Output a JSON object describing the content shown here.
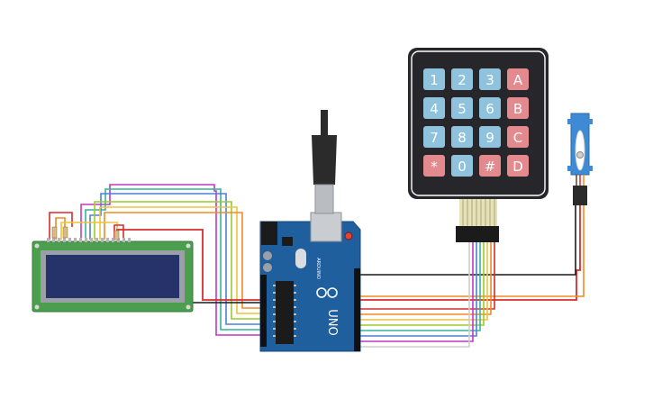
{
  "keypad": {
    "keys": [
      [
        "1",
        "2",
        "3",
        "A"
      ],
      [
        "4",
        "5",
        "6",
        "B"
      ],
      [
        "7",
        "8",
        "9",
        "C"
      ],
      [
        "*",
        "0",
        "#",
        "D"
      ]
    ]
  },
  "arduino": {
    "logo_text": "UNO",
    "brand_text": "ARDUINO"
  },
  "colors": {
    "digit_key": "#8fc3dd",
    "letter_key": "#e38a8e",
    "keypad_body": "#26262b",
    "board": "#1f5f9e",
    "lcd_pcb": "#4b9e4d",
    "lcd_screen": "#25336a",
    "servo_body": "#3f8ad4"
  }
}
